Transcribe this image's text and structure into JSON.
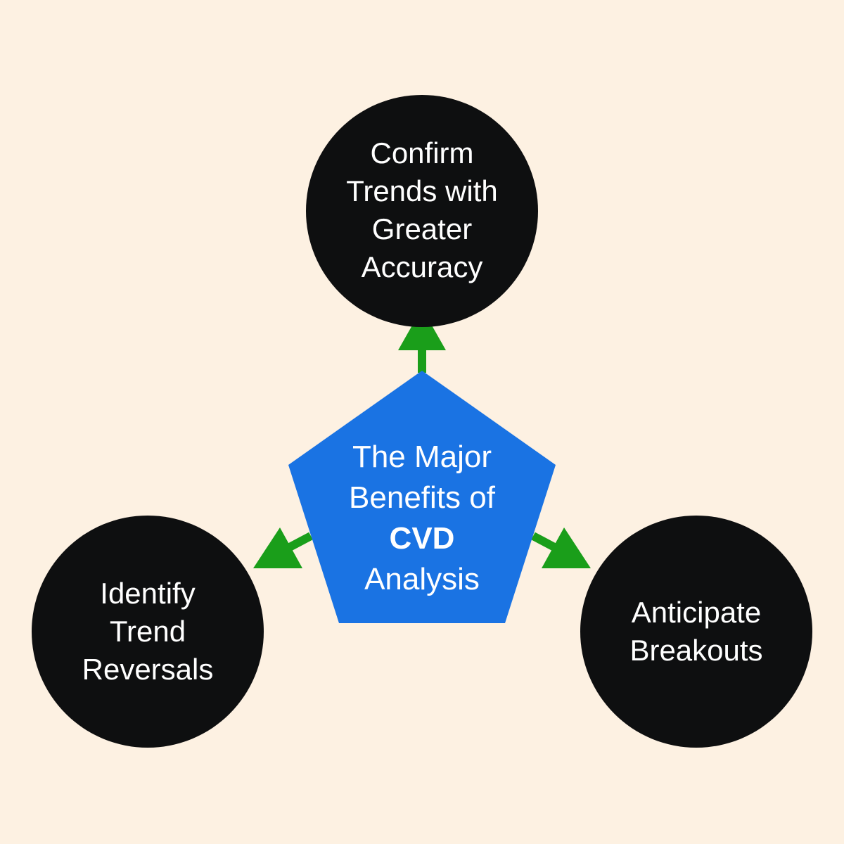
{
  "colors": {
    "background": "#fdf1e2",
    "node_fill": "#0e0f10",
    "center_fill": "#1a73e3",
    "arrow": "#1a9e1a",
    "text": "#ffffff"
  },
  "center": {
    "line1": "The Major",
    "line2": "Benefits of",
    "line3": "CVD",
    "line4": "Analysis"
  },
  "nodes": {
    "top": {
      "line1": "Confirm",
      "line2": "Trends with",
      "line3": "Greater",
      "line4": "Accuracy"
    },
    "left": {
      "line1": "Identify",
      "line2": "Trend",
      "line3": "Reversals"
    },
    "right": {
      "line1": "Anticipate",
      "line2": "Breakouts"
    }
  }
}
